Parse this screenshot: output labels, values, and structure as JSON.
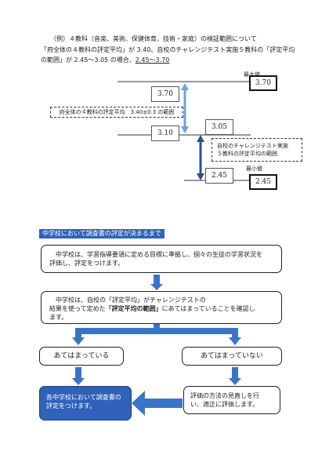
{
  "intro": {
    "line1": "（例）４教科（音楽、美術、保健体育、技術・家庭）の検証範囲について",
    "line2": "「府全体の４教科の評定平均」が 3.40、自校のチャレンジテスト実施５教科の「評定平均",
    "line3_prefix": "の範囲」が 2.45〜3.05 の場合、",
    "line3_range": "2.45〜3.70"
  },
  "diagram": {
    "max_label": "最大値",
    "min_label": "最小値",
    "max_value": "3.70",
    "min_value": "2.45",
    "pref_upper": "3.70",
    "pref_lower": "3.10",
    "pref_label": "府全体の４教科の評定平均　3.40±0.3 の範囲",
    "school_upper": "3.05",
    "school_lower": "2.45",
    "school_label_1": "自校のチャレンジテスト実施",
    "school_label_2": "５教科の評定平均の範囲"
  },
  "section_title": "中学校において調査書の評定が決まるまで",
  "flow": {
    "step1_line1": "中学校は、学習指導要領に定める目標に準拠し、個々の生徒の学習状況を",
    "step1_line2": "評価し、評定をつけます。",
    "step2_line1": "中学校は、自校の「評定平均」がチャレンジテストの",
    "step2_line2_pre": "結果を使って定めた",
    "step2_line2_bold": "「評定平均の範囲」",
    "step2_line2_post": "にあてはまっていることを確認し",
    "step2_line3": "ます。",
    "yes": "あてはまっている",
    "no": "あてはまっていない",
    "result_yes_1": "各中学校において調査書の",
    "result_yes_2": "評定をつけます。",
    "result_no_1": "評価の方法の見直しを行",
    "result_no_2": "い、適正に評価します。"
  },
  "colors": {
    "accent": "#2f62b8",
    "arrow": "#3a74c8"
  }
}
